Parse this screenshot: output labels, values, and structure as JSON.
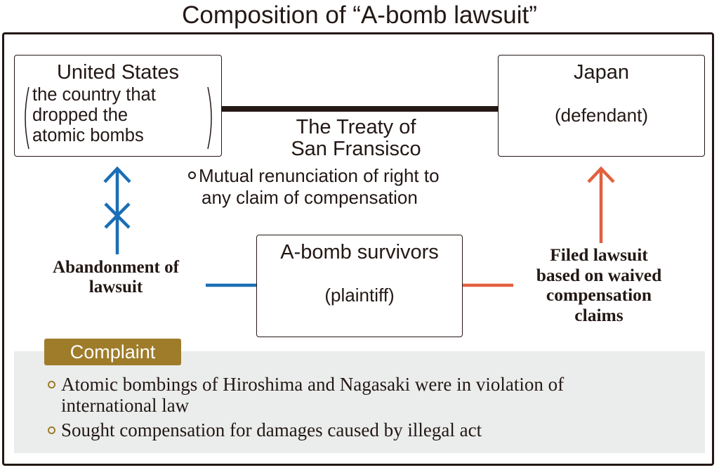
{
  "title": "Composition of “A-bomb lawsuit”",
  "united_states": {
    "name": "United States",
    "desc_lines": [
      "the country that",
      "dropped the",
      "atomic bombs"
    ]
  },
  "japan": {
    "name": "Japan",
    "role": "(defendant)"
  },
  "survivors": {
    "name": "A-bomb survivors",
    "role": "(plaintiff)"
  },
  "treaty": {
    "line1": "The Treaty of",
    "line2": "San Fransisco",
    "note_line1": "Mutual renunciation of right to",
    "note_line2": "any claim of compensation"
  },
  "abandonment": {
    "line1": "Abandonment of",
    "line2": "lawsuit"
  },
  "filed": {
    "line1": "Filed lawsuit",
    "line2": "based on waived",
    "line3": "compensation",
    "line4": "claims"
  },
  "complaint": {
    "label": "Complaint",
    "items": [
      {
        "line1": "Atomic bombings of Hiroshima and Nagasaki were in violation of",
        "line2": "international law"
      },
      {
        "line1": "Sought compensation for damages caused by illegal act",
        "line2": ""
      }
    ]
  },
  "colors": {
    "blue": "#1a6eb5",
    "orange": "#e2603e",
    "gold": "#9e7c2a",
    "panel": "#ebedec",
    "ink": "#231815"
  }
}
